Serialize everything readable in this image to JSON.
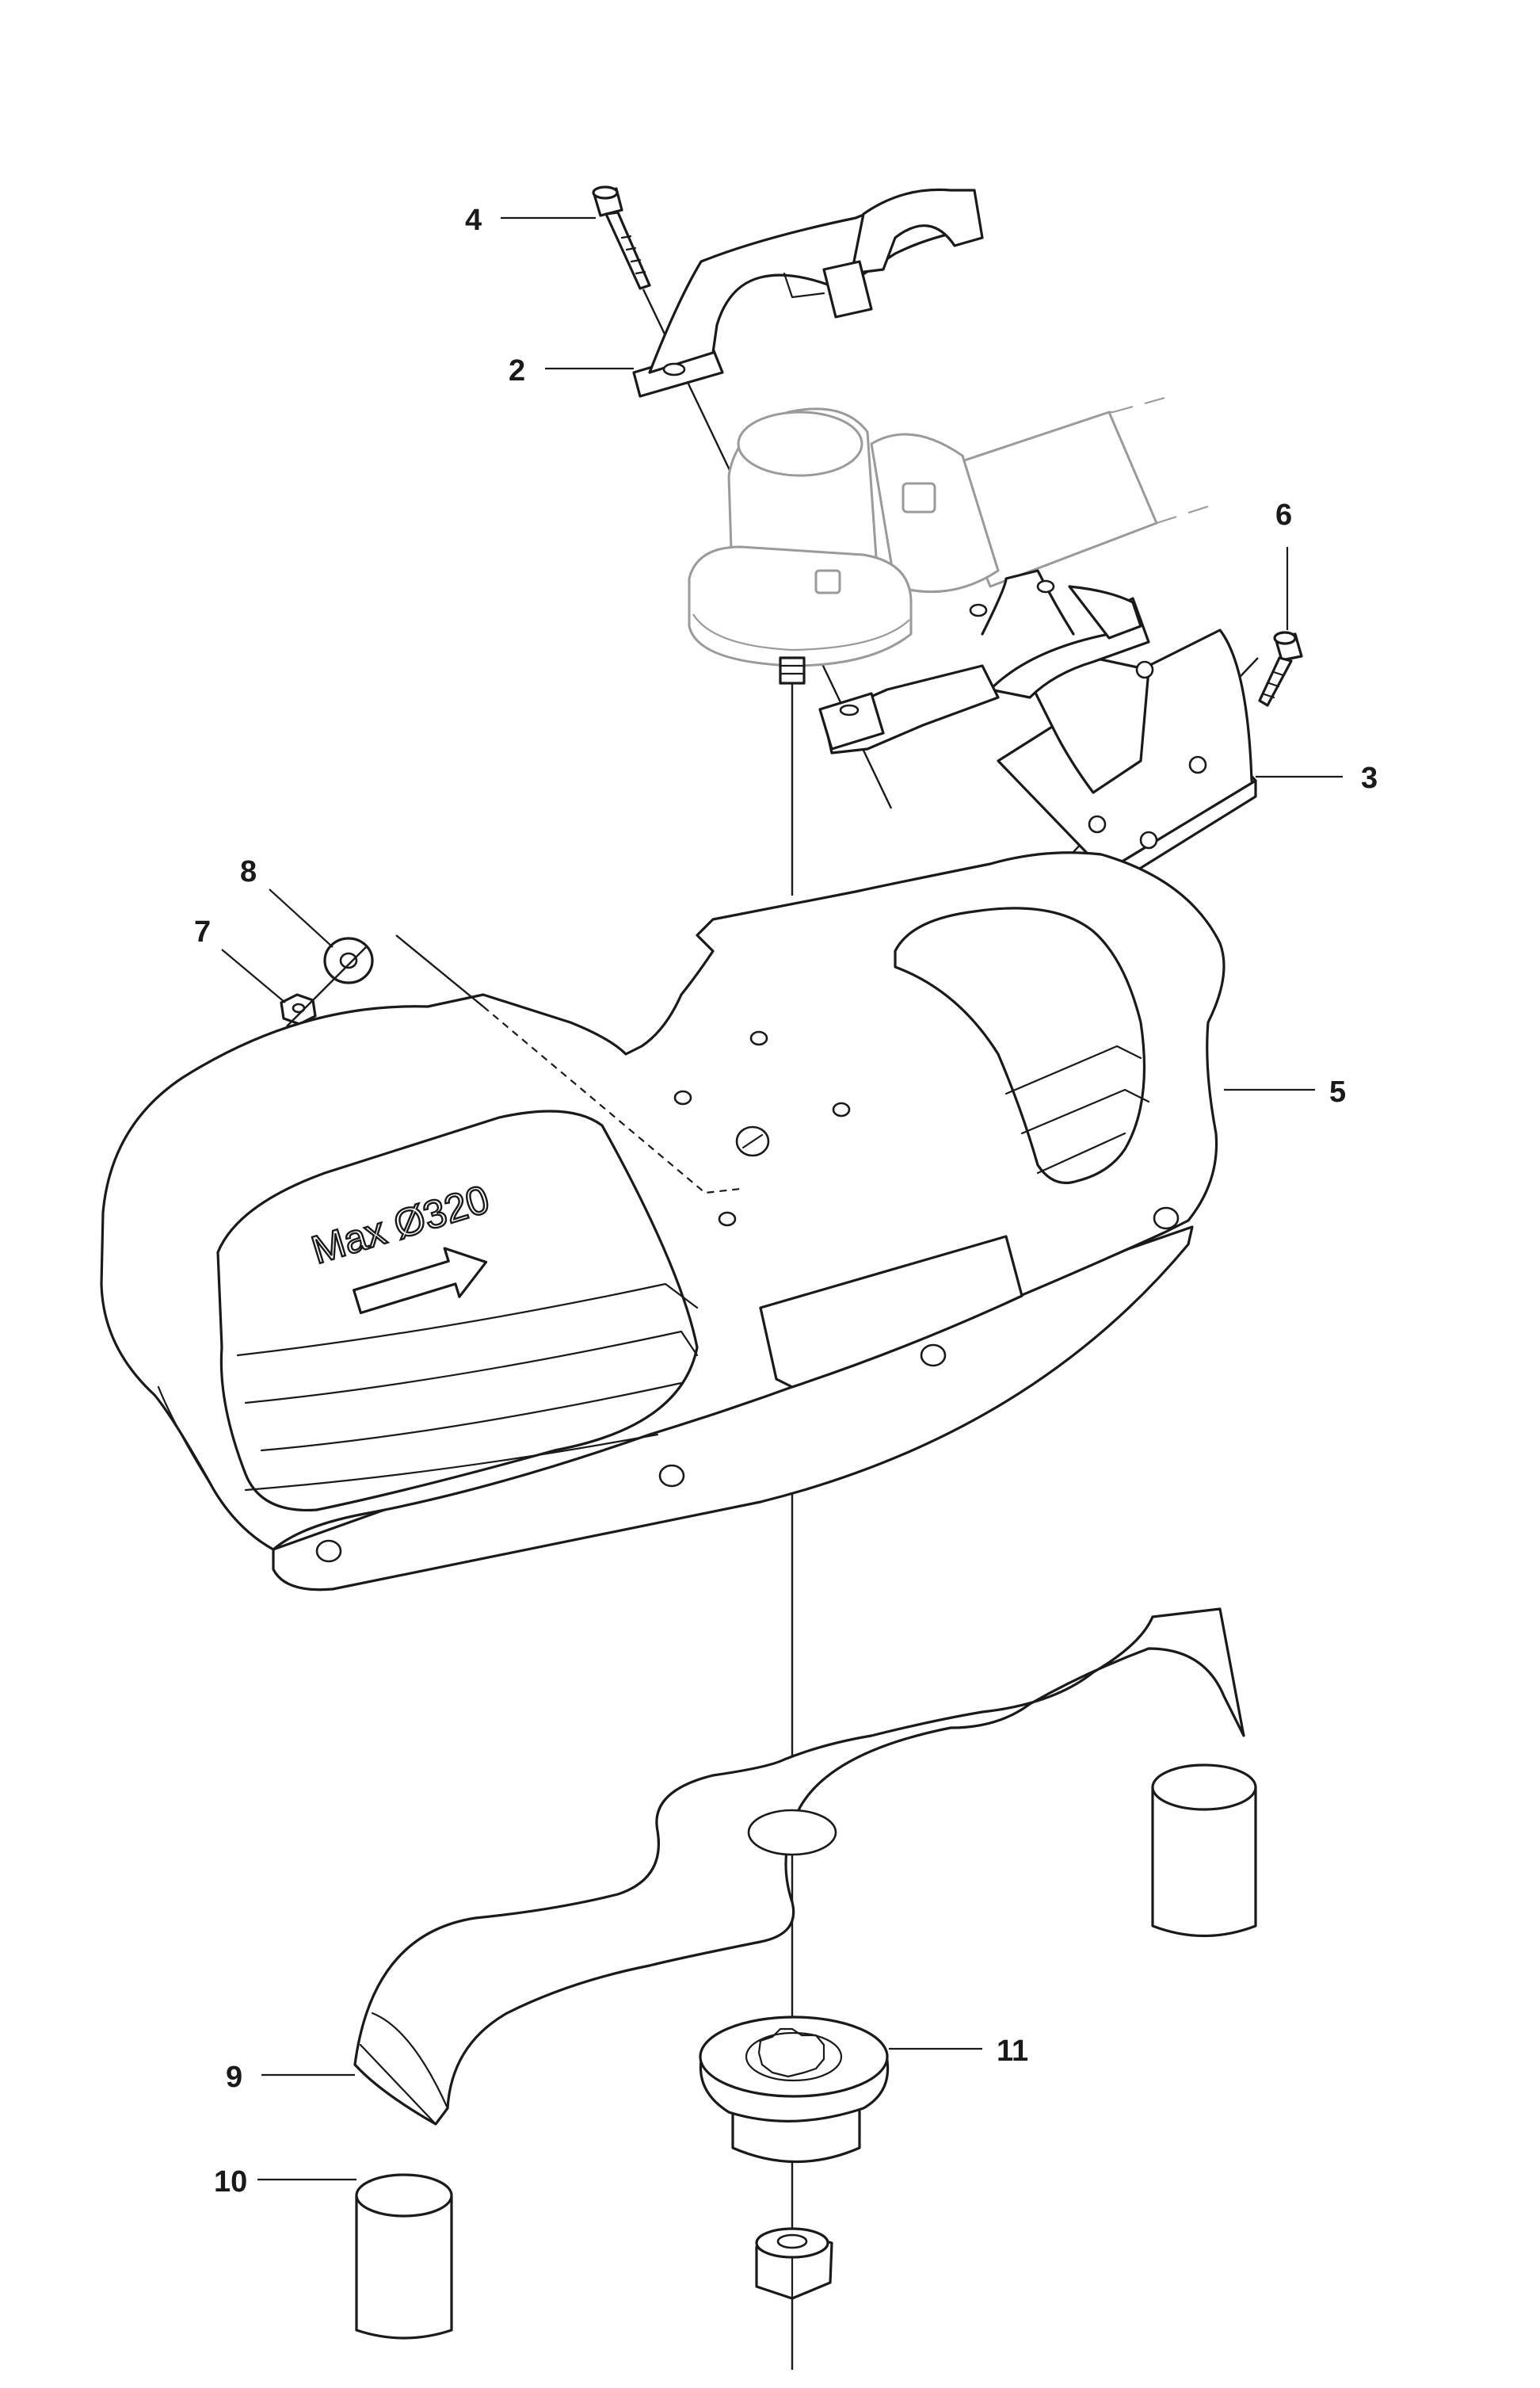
{
  "callouts": [
    {
      "id": "2",
      "label": "2"
    },
    {
      "id": "3",
      "label": "3"
    },
    {
      "id": "4",
      "label": "4"
    },
    {
      "id": "5",
      "label": "5"
    },
    {
      "id": "6",
      "label": "6"
    },
    {
      "id": "7",
      "label": "7"
    },
    {
      "id": "8",
      "label": "8"
    },
    {
      "id": "9",
      "label": "9"
    },
    {
      "id": "10",
      "label": "10"
    },
    {
      "id": "11",
      "label": "11"
    }
  ],
  "guard_decal": {
    "text": "Max Ø320",
    "arrow_icon": "arrow-right-icon"
  },
  "colors": {
    "line": "#1a1a1a",
    "ghost": "#9a9a9a",
    "background": "#ffffff"
  }
}
